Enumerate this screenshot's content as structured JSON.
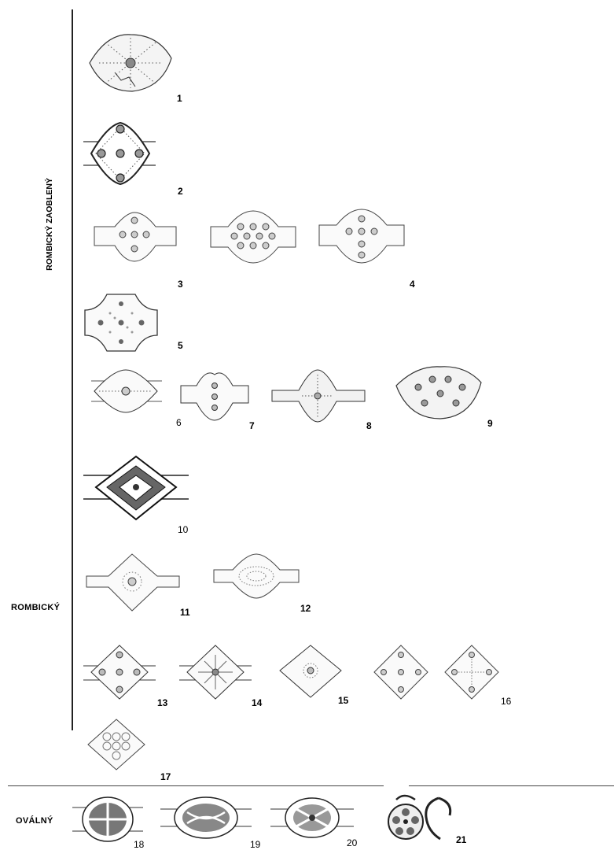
{
  "categories": {
    "rounded_rhombic": "ROMBICKÝ ZAOBLENÝ",
    "rhombic": "ROMBICKÝ",
    "oval": "OVÁLNÝ"
  },
  "figure_numbers": [
    "1",
    "2",
    "3",
    "4",
    "5",
    "6",
    "7",
    "8",
    "9",
    "10",
    "11",
    "12",
    "13",
    "14",
    "15",
    "16",
    "17",
    "18",
    "19",
    "20",
    "21"
  ]
}
